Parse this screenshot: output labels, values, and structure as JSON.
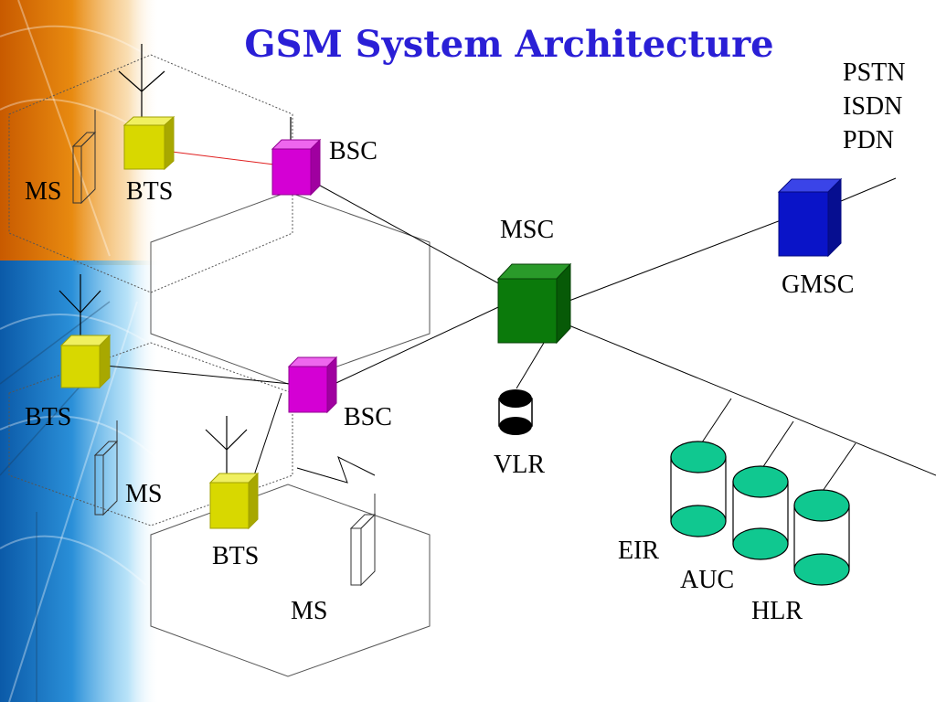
{
  "slide": {
    "title": "GSM System Architecture",
    "title_color": "#2a1fd6"
  },
  "external_networks": [
    "PSTN",
    "ISDN",
    "PDN"
  ],
  "labels": {
    "ms_top": "MS",
    "bts_top": "BTS",
    "bsc_top": "BSC",
    "msc": "MSC",
    "gmsc": "GMSC",
    "bts_mid": "BTS",
    "bsc_mid": "BSC",
    "vlr": "VLR",
    "ms_mid": "MS",
    "bts_low": "BTS",
    "ms_low": "MS",
    "eir": "EIR",
    "auc": "AUC",
    "hlr": "HLR"
  },
  "colors": {
    "bts": "#d8d800",
    "bsc": "#d400d4",
    "msc": "#0b7a0b",
    "gmsc": "#0a14c8",
    "database": "#10c890",
    "radio_link": "#e02020"
  },
  "icons": {
    "antenna": "antenna-icon",
    "mobile": "mobile-station-icon",
    "cube": "network-node-cube-icon",
    "cylinder": "database-cylinder-icon",
    "lightning": "radio-link-zigzag-icon"
  }
}
